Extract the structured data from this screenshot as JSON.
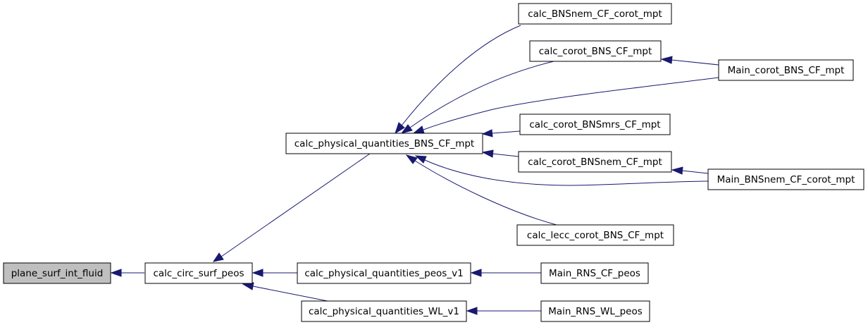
{
  "diagram": {
    "type": "doxygen-caller-graph",
    "colors": {
      "edge": "#191970",
      "root_fill": "#bfbfbf",
      "node_fill": "#ffffff",
      "node_border": "#000000"
    },
    "nodes": {
      "plane_surf_int_fluid": "plane_surf_int_fluid",
      "calc_circ_surf_peos": "calc_circ_surf_peos",
      "calc_physical_quantities_BNS_CF_mpt": "calc_physical_quantities_BNS_CF_mpt",
      "calc_physical_quantities_peos_v1": "calc_physical_quantities_peos_v1",
      "calc_physical_quantities_WL_v1": "calc_physical_quantities_WL_v1",
      "calc_BNSnem_CF_corot_mpt": "calc_BNSnem_CF_corot_mpt",
      "calc_corot_BNS_CF_mpt": "calc_corot_BNS_CF_mpt",
      "calc_corot_BNSmrs_CF_mpt": "calc_corot_BNSmrs_CF_mpt",
      "calc_corot_BNSnem_CF_mpt": "calc_corot_BNSnem_CF_mpt",
      "calc_lecc_corot_BNS_CF_mpt": "calc_lecc_corot_BNS_CF_mpt",
      "Main_corot_BNS_CF_mpt": "Main_corot_BNS_CF_mpt",
      "Main_BNSnem_CF_corot_mpt": "Main_BNSnem_CF_corot_mpt",
      "Main_RNS_CF_peos": "Main_RNS_CF_peos",
      "Main_RNS_WL_peos": "Main_RNS_WL_peos"
    },
    "root": "plane_surf_int_fluid",
    "edges": [
      [
        "calc_circ_surf_peos",
        "plane_surf_int_fluid"
      ],
      [
        "calc_physical_quantities_BNS_CF_mpt",
        "calc_circ_surf_peos"
      ],
      [
        "calc_physical_quantities_peos_v1",
        "calc_circ_surf_peos"
      ],
      [
        "calc_physical_quantities_WL_v1",
        "calc_circ_surf_peos"
      ],
      [
        "calc_BNSnem_CF_corot_mpt",
        "calc_physical_quantities_BNS_CF_mpt"
      ],
      [
        "calc_corot_BNS_CF_mpt",
        "calc_physical_quantities_BNS_CF_mpt"
      ],
      [
        "Main_corot_BNS_CF_mpt",
        "calc_physical_quantities_BNS_CF_mpt"
      ],
      [
        "calc_corot_BNSmrs_CF_mpt",
        "calc_physical_quantities_BNS_CF_mpt"
      ],
      [
        "calc_corot_BNSnem_CF_mpt",
        "calc_physical_quantities_BNS_CF_mpt"
      ],
      [
        "Main_BNSnem_CF_corot_mpt",
        "calc_physical_quantities_BNS_CF_mpt"
      ],
      [
        "calc_lecc_corot_BNS_CF_mpt",
        "calc_physical_quantities_BNS_CF_mpt"
      ],
      [
        "Main_corot_BNS_CF_mpt",
        "calc_corot_BNS_CF_mpt"
      ],
      [
        "Main_BNSnem_CF_corot_mpt",
        "calc_corot_BNSnem_CF_mpt"
      ],
      [
        "Main_RNS_CF_peos",
        "calc_physical_quantities_peos_v1"
      ],
      [
        "Main_RNS_WL_peos",
        "calc_physical_quantities_WL_v1"
      ]
    ]
  }
}
